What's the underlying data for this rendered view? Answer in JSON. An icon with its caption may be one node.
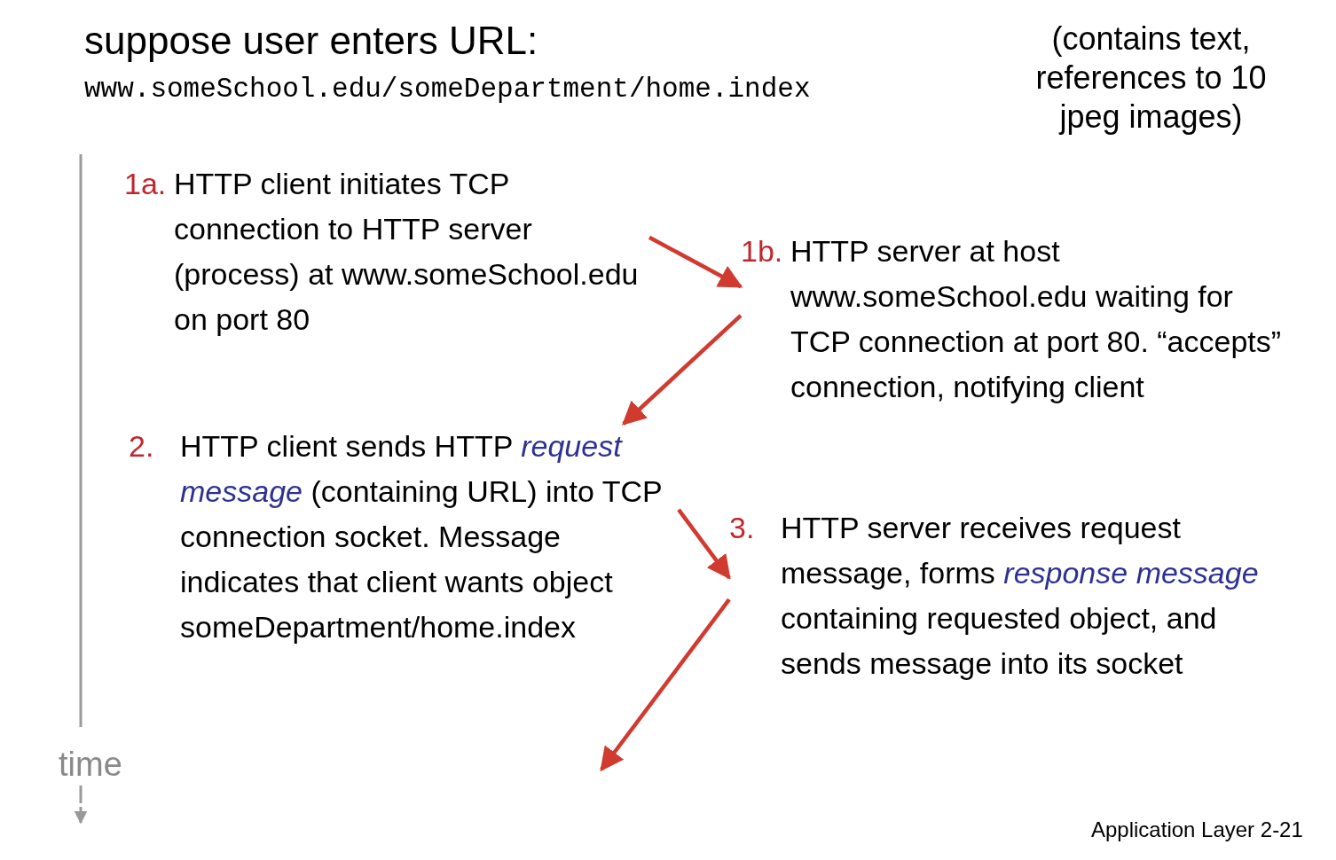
{
  "diagram": {
    "title": "suppose user enters URL:",
    "nodes": [
      {
        "text": [
          "1a.",
          "HTTP client initiates TCP connection to HTTP server (process) at www.someSchool.edu on port 80"
        ]
      },
      {
        "text": [
          "1b.",
          "HTTP server at host www.someSchool.edu waiting for TCP connection at port 80. “accepts” connection, notifying client"
        ]
      },
      {
        "text": [
          "2.",
          "HTTP client sends HTTP *request message* (containing URL) into TCP connection socket. Message indicates that client wants object someDepartment/home.index"
        ]
      },
      {
        "text": [
          "3.",
          "HTTP server receives request message, forms *response message* containing requested object, and sends message into its socket"
        ]
      }
    ],
    "edges": [
      {
        "from": 0,
        "to": 1,
        "arrow": "to"
      },
      {
        "from": 1,
        "to": 2,
        "arrow": "to"
      },
      {
        "from": 2,
        "to": 3,
        "arrow": "to"
      },
      {
        "from": 3,
        "to": null,
        "arrow": "to"
      }
    ],
    "labels": [
      "www.someSchool.edu/someDepartment/home.index",
      "(contains text, references to 10 jpeg images)",
      "time",
      "Application Layer 2-21"
    ]
  }
}
